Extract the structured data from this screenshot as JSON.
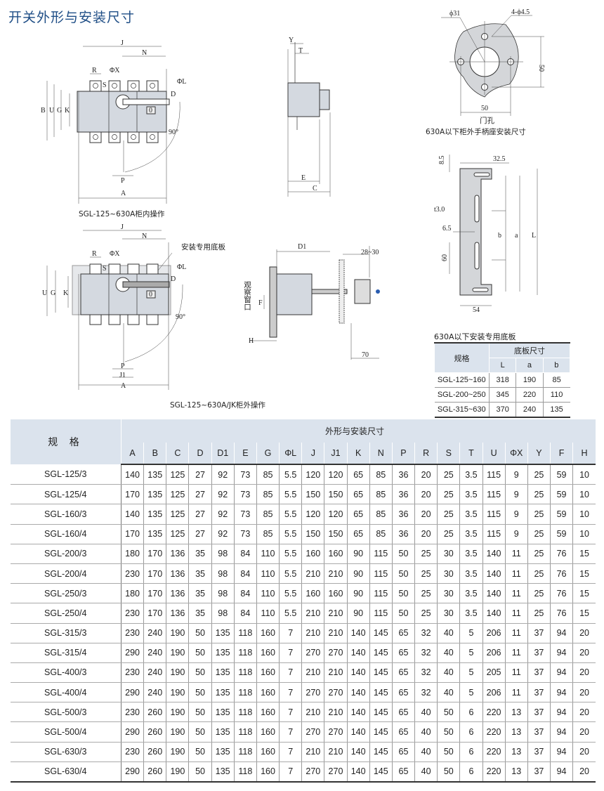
{
  "title": "开关外形与安装尺寸",
  "drawing_inside": {
    "labels": {
      "J": "J",
      "N": "N",
      "R": "R",
      "X": "ΦX",
      "S": "S",
      "L": "ΦL",
      "D": "D",
      "B": "B",
      "U": "U",
      "G": "G",
      "K": "K",
      "angle": "90°",
      "P": "P",
      "A": "A"
    },
    "handle_mark": "0",
    "caption": "SGL-125~630A柜内操作"
  },
  "drawing_side": {
    "labels": {
      "Y": "Y",
      "T": "T",
      "E": "E",
      "C": "C"
    }
  },
  "drawing_door_hole": {
    "labels": {
      "d31": "ϕ31",
      "holes": "4-ϕ4.5",
      "h50": "50",
      "w50": "50"
    },
    "name": "门孔",
    "caption": "630A以下柜外手柄座安装尺寸"
  },
  "drawing_plate": {
    "labels": {
      "top": "8.5",
      "width": "32.5",
      "t": "t3.0",
      "gap": "6.5",
      "b": "b",
      "a": "a",
      "L": "L",
      "slot": "60",
      "base": "54"
    }
  },
  "drawing_outside": {
    "labels": {
      "J": "J",
      "N": "N",
      "R": "R",
      "X": "ΦX",
      "S": "S",
      "plate": "安装专用底板",
      "L": "ΦL",
      "D": "D",
      "U": "U",
      "G": "G",
      "K": "K",
      "angle": "90°",
      "P": "P",
      "J1": "J1",
      "A": "A"
    },
    "handle_mark": "0",
    "caption": "SGL-125~630A/JK柜外操作"
  },
  "drawing_ext": {
    "labels": {
      "D1": "D1",
      "gap": "28~30",
      "F": "F",
      "window": "观察窗口",
      "H": "H",
      "len": "70"
    }
  },
  "plate_table": {
    "caption": "630A以下安装专用底板",
    "spec_header": "规格",
    "group_header": "底板尺寸",
    "columns": [
      "L",
      "a",
      "b"
    ],
    "rows": [
      [
        "SGL-125~160",
        "318",
        "190",
        "85"
      ],
      [
        "SGL-200~250",
        "345",
        "220",
        "110"
      ],
      [
        "SGL-315~630",
        "370",
        "240",
        "135"
      ]
    ]
  },
  "main_table": {
    "spec_header": "规 格",
    "group_header": "外形与安装尺寸",
    "columns": [
      "A",
      "B",
      "C",
      "D",
      "D1",
      "E",
      "G",
      "ΦL",
      "J",
      "J1",
      "K",
      "N",
      "P",
      "R",
      "S",
      "T",
      "U",
      "ΦX",
      "Y",
      "F",
      "H"
    ],
    "rows": [
      [
        "SGL-125/3",
        "140",
        "135",
        "125",
        "27",
        "92",
        "73",
        "85",
        "5.5",
        "120",
        "120",
        "65",
        "85",
        "36",
        "20",
        "25",
        "3.5",
        "115",
        "9",
        "25",
        "59",
        "10"
      ],
      [
        "SGL-125/4",
        "170",
        "135",
        "125",
        "27",
        "92",
        "73",
        "85",
        "5.5",
        "150",
        "150",
        "65",
        "85",
        "36",
        "20",
        "25",
        "3.5",
        "115",
        "9",
        "25",
        "59",
        "10"
      ],
      [
        "SGL-160/3",
        "140",
        "135",
        "125",
        "27",
        "92",
        "73",
        "85",
        "5.5",
        "120",
        "120",
        "65",
        "85",
        "36",
        "20",
        "25",
        "3.5",
        "115",
        "9",
        "25",
        "59",
        "10"
      ],
      [
        "SGL-160/4",
        "170",
        "135",
        "125",
        "27",
        "92",
        "73",
        "85",
        "5.5",
        "150",
        "150",
        "65",
        "85",
        "36",
        "20",
        "25",
        "3.5",
        "115",
        "9",
        "25",
        "59",
        "10"
      ],
      [
        "SGL-200/3",
        "180",
        "170",
        "136",
        "35",
        "98",
        "84",
        "110",
        "5.5",
        "160",
        "160",
        "90",
        "115",
        "50",
        "25",
        "30",
        "3.5",
        "140",
        "11",
        "25",
        "76",
        "15"
      ],
      [
        "SGL-200/4",
        "230",
        "170",
        "136",
        "35",
        "98",
        "84",
        "110",
        "5.5",
        "210",
        "210",
        "90",
        "115",
        "50",
        "25",
        "30",
        "3.5",
        "140",
        "11",
        "25",
        "76",
        "15"
      ],
      [
        "SGL-250/3",
        "180",
        "170",
        "136",
        "35",
        "98",
        "84",
        "110",
        "5.5",
        "160",
        "160",
        "90",
        "115",
        "50",
        "25",
        "30",
        "3.5",
        "140",
        "11",
        "25",
        "76",
        "15"
      ],
      [
        "SGL-250/4",
        "230",
        "170",
        "136",
        "35",
        "98",
        "84",
        "110",
        "5.5",
        "210",
        "210",
        "90",
        "115",
        "50",
        "25",
        "30",
        "3.5",
        "140",
        "11",
        "25",
        "76",
        "15"
      ],
      [
        "SGL-315/3",
        "230",
        "240",
        "190",
        "50",
        "135",
        "118",
        "160",
        "7",
        "210",
        "210",
        "140",
        "145",
        "65",
        "32",
        "40",
        "5",
        "206",
        "11",
        "37",
        "94",
        "20"
      ],
      [
        "SGL-315/4",
        "290",
        "240",
        "190",
        "50",
        "135",
        "118",
        "160",
        "7",
        "270",
        "270",
        "140",
        "145",
        "65",
        "32",
        "40",
        "5",
        "206",
        "11",
        "37",
        "94",
        "20"
      ],
      [
        "SGL-400/3",
        "230",
        "240",
        "190",
        "50",
        "135",
        "118",
        "160",
        "7",
        "210",
        "210",
        "140",
        "145",
        "65",
        "32",
        "40",
        "5",
        "205",
        "11",
        "37",
        "94",
        "20"
      ],
      [
        "SGL-400/4",
        "290",
        "240",
        "190",
        "50",
        "135",
        "118",
        "160",
        "7",
        "270",
        "270",
        "140",
        "145",
        "65",
        "32",
        "40",
        "5",
        "206",
        "11",
        "37",
        "94",
        "20"
      ],
      [
        "SGL-500/3",
        "230",
        "260",
        "190",
        "50",
        "135",
        "118",
        "160",
        "7",
        "210",
        "210",
        "140",
        "145",
        "65",
        "40",
        "50",
        "6",
        "220",
        "13",
        "37",
        "94",
        "20"
      ],
      [
        "SGL-500/4",
        "290",
        "260",
        "190",
        "50",
        "135",
        "118",
        "160",
        "7",
        "270",
        "270",
        "140",
        "145",
        "65",
        "40",
        "50",
        "6",
        "220",
        "13",
        "37",
        "94",
        "20"
      ],
      [
        "SGL-630/3",
        "230",
        "260",
        "190",
        "50",
        "135",
        "118",
        "160",
        "7",
        "210",
        "210",
        "140",
        "145",
        "65",
        "40",
        "50",
        "6",
        "220",
        "13",
        "37",
        "94",
        "20"
      ],
      [
        "SGL-630/4",
        "290",
        "260",
        "190",
        "50",
        "135",
        "118",
        "160",
        "7",
        "270",
        "270",
        "140",
        "145",
        "65",
        "40",
        "50",
        "6",
        "220",
        "13",
        "37",
        "94",
        "20"
      ]
    ]
  }
}
